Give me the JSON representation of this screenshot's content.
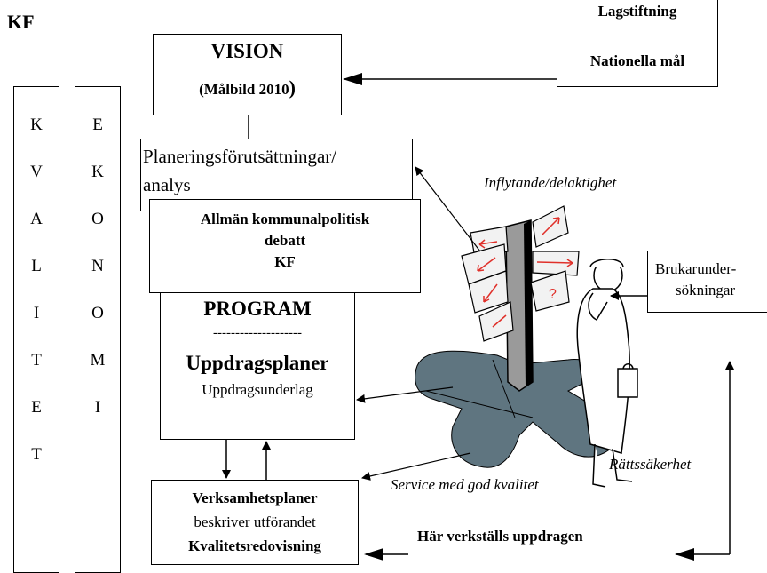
{
  "kf_label": "KF",
  "kvalitet_letters": [
    "K",
    "V",
    "A",
    "L",
    "I",
    "T",
    "E",
    "T"
  ],
  "ekonomi_letters": [
    "E",
    "K",
    "O",
    "N",
    "O",
    "M",
    "I"
  ],
  "lagstiftning_box": {
    "line1": "Lagstiftning",
    "line2": "Nationella mål"
  },
  "vision_box": {
    "title": "VISION",
    "subtitle": "(Målbild 2010",
    "subtitle_close": ")"
  },
  "planering_box": {
    "line1": "Planeringsförutsättningar/",
    "line2": "analys"
  },
  "debatt_box": {
    "line1": "Allmän kommunalpolitisk",
    "line2": "debatt",
    "line3": "KF"
  },
  "program_box": {
    "title": "PROGRAM",
    "divider": "--------------------",
    "line1": "Uppdragsplaner",
    "line2": "Uppdragsunderlag"
  },
  "verksamhet_box": {
    "line1": "Verksamhetsplaner",
    "line2": "beskriver utförandet",
    "line3": "Kvalitetsredovisning"
  },
  "brukar_box": {
    "line1": "Brukarunder-",
    "line2": "sökningar"
  },
  "labels": {
    "inflytande": "Inflytande/delaktighet",
    "rattssakerhet": "Rättssäkerhet",
    "service": "Service med god kvalitet",
    "har_verkstalls": "Här verkställs uppdragen"
  },
  "colors": {
    "shadow": "#5f7580",
    "arrow_red": "#e0302a"
  }
}
